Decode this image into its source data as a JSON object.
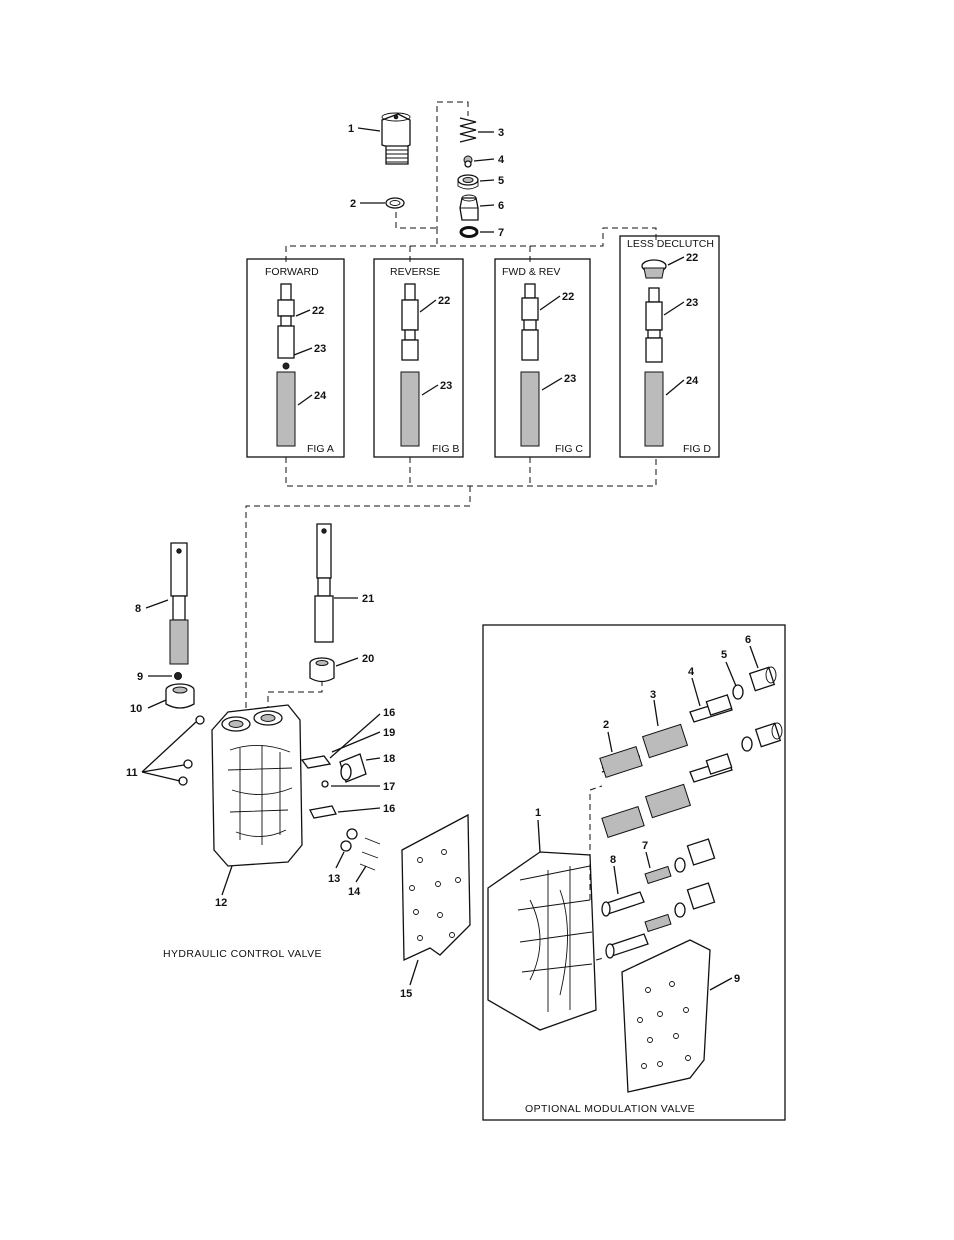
{
  "figures": {
    "fig_a": {
      "title": "FORWARD",
      "fig": "FIG A",
      "callouts": [
        "22",
        "23",
        "24"
      ]
    },
    "fig_b": {
      "title": "REVERSE",
      "fig": "FIG B",
      "callouts": [
        "22",
        "23"
      ]
    },
    "fig_c": {
      "title": "FWD & REV",
      "fig": "FIG C",
      "callouts": [
        "22",
        "23"
      ]
    },
    "fig_d": {
      "title": "LESS DECLUTCH",
      "fig": "FIG D",
      "callouts": [
        "22",
        "23",
        "24"
      ]
    }
  },
  "top_callouts": [
    "1",
    "2",
    "3",
    "4",
    "5",
    "6",
    "7"
  ],
  "hydraulic_callouts": [
    "8",
    "9",
    "10",
    "11",
    "12",
    "13",
    "14",
    "15",
    "16",
    "17",
    "18",
    "19",
    "16",
    "20",
    "21"
  ],
  "modulation_callouts": [
    "1",
    "2",
    "3",
    "4",
    "5",
    "6",
    "7",
    "8",
    "9"
  ],
  "captions": {
    "hydraulic": "HYDRAULIC CONTROL VALVE",
    "modulation": "OPTIONAL MODULATION VALVE"
  }
}
